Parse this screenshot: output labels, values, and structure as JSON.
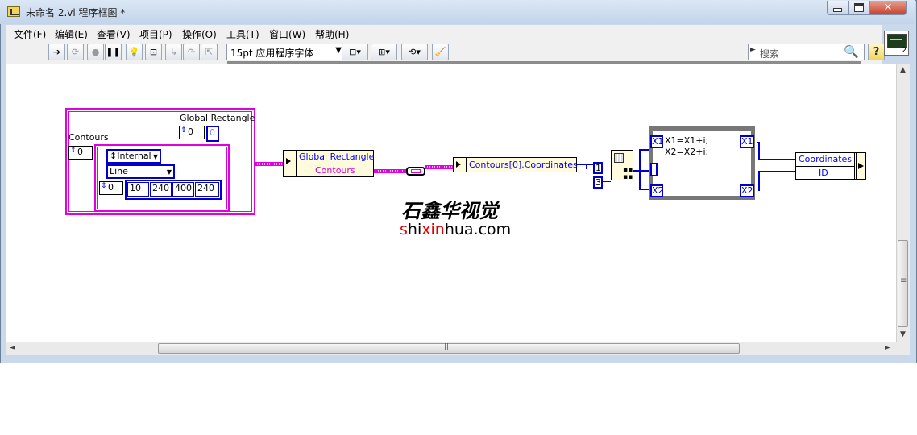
{
  "window": {
    "title": "未命名 2.vi 程序框图 *",
    "close_glyph": "✕"
  },
  "menu": [
    "文件(F)",
    "编辑(E)",
    "查看(V)",
    "项目(P)",
    "操作(O)",
    "工具(T)",
    "窗口(W)",
    "帮助(H)"
  ],
  "toolbar": {
    "font": "15pt 应用程序字体",
    "search_placeholder": "搜索",
    "help_label": "?",
    "connector_number": "2"
  },
  "diagram": {
    "cluster_constant": {
      "global_rectangle_label": "Global Rectangle",
      "contours_label": "Contours",
      "global_rect_index": "0",
      "global_rect_value": "0",
      "contours_index": "0",
      "contour_type": "Internal",
      "contour_shape": "Line",
      "coords_index": "0",
      "coords": [
        "10",
        "240",
        "400",
        "240"
      ]
    },
    "unbundle": {
      "items": [
        "Global Rectangle",
        "Contours"
      ]
    },
    "unbundle_path": {
      "item": "Contours[0].Coordinates"
    },
    "build_array_consts": [
      "1",
      "3"
    ],
    "formula_node": {
      "inputs": [
        "X1",
        "i",
        "X2"
      ],
      "outputs": [
        "X1",
        "X2"
      ],
      "code": [
        "X1=X1+i;",
        "X2=X2+i;"
      ]
    },
    "bundle": {
      "items": [
        "Coordinates",
        "ID"
      ]
    }
  },
  "watermark": {
    "logo": "石鑫华视觉",
    "text_parts": [
      {
        "text": "s",
        "color": "#e00000"
      },
      {
        "text": "hi",
        "color": "#000000"
      },
      {
        "text": "xin",
        "color": "#e00000"
      },
      {
        "text": "hua",
        "color": "#000000"
      },
      {
        "text": ".com",
        "color": "#000000"
      }
    ]
  },
  "scrollbars": {
    "h_grip": "|||",
    "v_grip": "≡"
  },
  "colors": {
    "cluster_wire": "#e000e0",
    "numeric_wire": "#0000c8",
    "titlebar": "#c9d8ea"
  }
}
